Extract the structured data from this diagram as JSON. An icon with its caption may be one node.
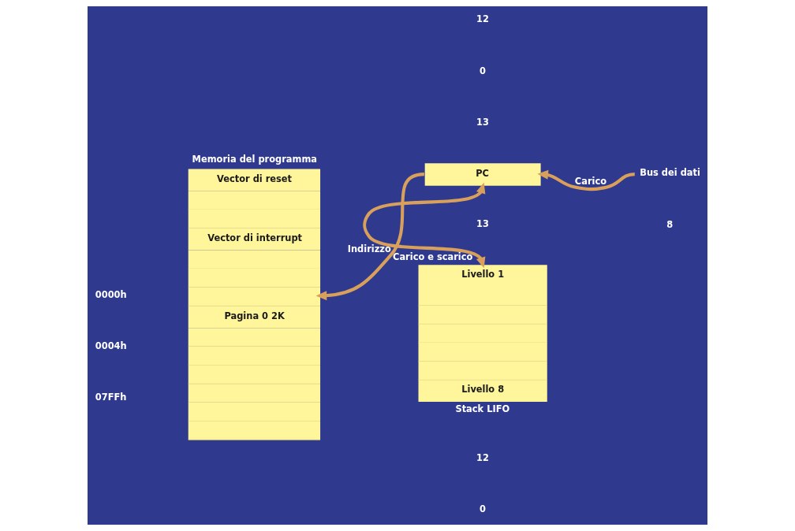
{
  "diagram": {
    "nodes": [
      {
        "text": [
          "Memoria del programma",
          "Vector di reset",
          "Vector di interrupt",
          "Pagina 0 2K"
        ]
      },
      {
        "text": [
          "PC"
        ]
      },
      {
        "text": [
          "Livello 1",
          "Livello 8"
        ],
        "beside": [
          "Stack LIFO"
        ]
      },
      {
        "text": [
          "Bus dei dati"
        ]
      }
    ],
    "edges": [
      {
        "from": 1,
        "to": 0,
        "arrow": "to",
        "label": "Indirizzo"
      },
      {
        "from": 3,
        "to": 1,
        "arrow": "to",
        "label": "Carico"
      },
      {
        "from": 1,
        "to": 2,
        "arrow": "both",
        "label": "Carico e scarico"
      }
    ],
    "labels": [
      "0000h",
      "12",
      "0",
      "0004h",
      "13",
      "8",
      "13",
      "12",
      "0",
      "07FFh"
    ]
  }
}
